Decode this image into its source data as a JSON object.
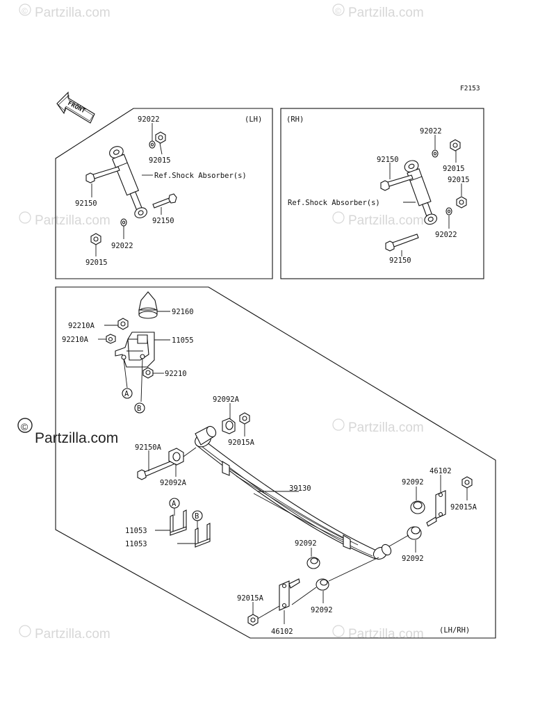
{
  "figure_code": "F2153",
  "watermarks": {
    "faint": "Partzilla.com",
    "strong": "Partzilla.com",
    "copyright_symbol": "©"
  },
  "front_arrow": {
    "label": "FRONT"
  },
  "panels": {
    "lh": {
      "tag": "(LH)",
      "labels": {
        "top_washer": "92022",
        "top_nut": "92015",
        "shock_ref": "Ref.Shock Absorber(s)",
        "left_bolt": "92150",
        "right_bolt": "92150",
        "bottom_washer": "92022",
        "bottom_nut": "92015"
      }
    },
    "rh": {
      "tag": "(RH)",
      "labels": {
        "top_washer": "92022",
        "top_bolt": "92150",
        "top_nut": "92015",
        "mid_nut": "92015",
        "shock_ref": "Ref.Shock Absorber(s)",
        "bottom_washer": "92022",
        "bottom_bolt": "92150"
      }
    },
    "spring": {
      "tag": "(LH/RH)",
      "labels": {
        "bump_stop": "92160",
        "nut_a_top": "92210A",
        "nut_a_bottom": "92210A",
        "bracket": "11055",
        "bracket_nut": "92210",
        "callout_a": "A",
        "callout_b": "B",
        "bushing_a_top": "92092A",
        "nut_15a_top": "92015A",
        "bolt_150a": "92150A",
        "bushing_a_bottom": "92092A",
        "leaf_spring": "39130",
        "shackle_right": "46102",
        "bushing_right_top": "92092",
        "nut_15a_right": "92015A",
        "bushing_right_bottom": "92092",
        "ubolt_a_callout": "A",
        "ubolt_a": "11053",
        "ubolt_b_callout": "B",
        "ubolt_b": "11053",
        "bushing_center_top": "92092",
        "bushing_center_bottom": "92092",
        "nut_15a_bottom": "92015A",
        "shackle_bottom": "46102"
      }
    }
  }
}
